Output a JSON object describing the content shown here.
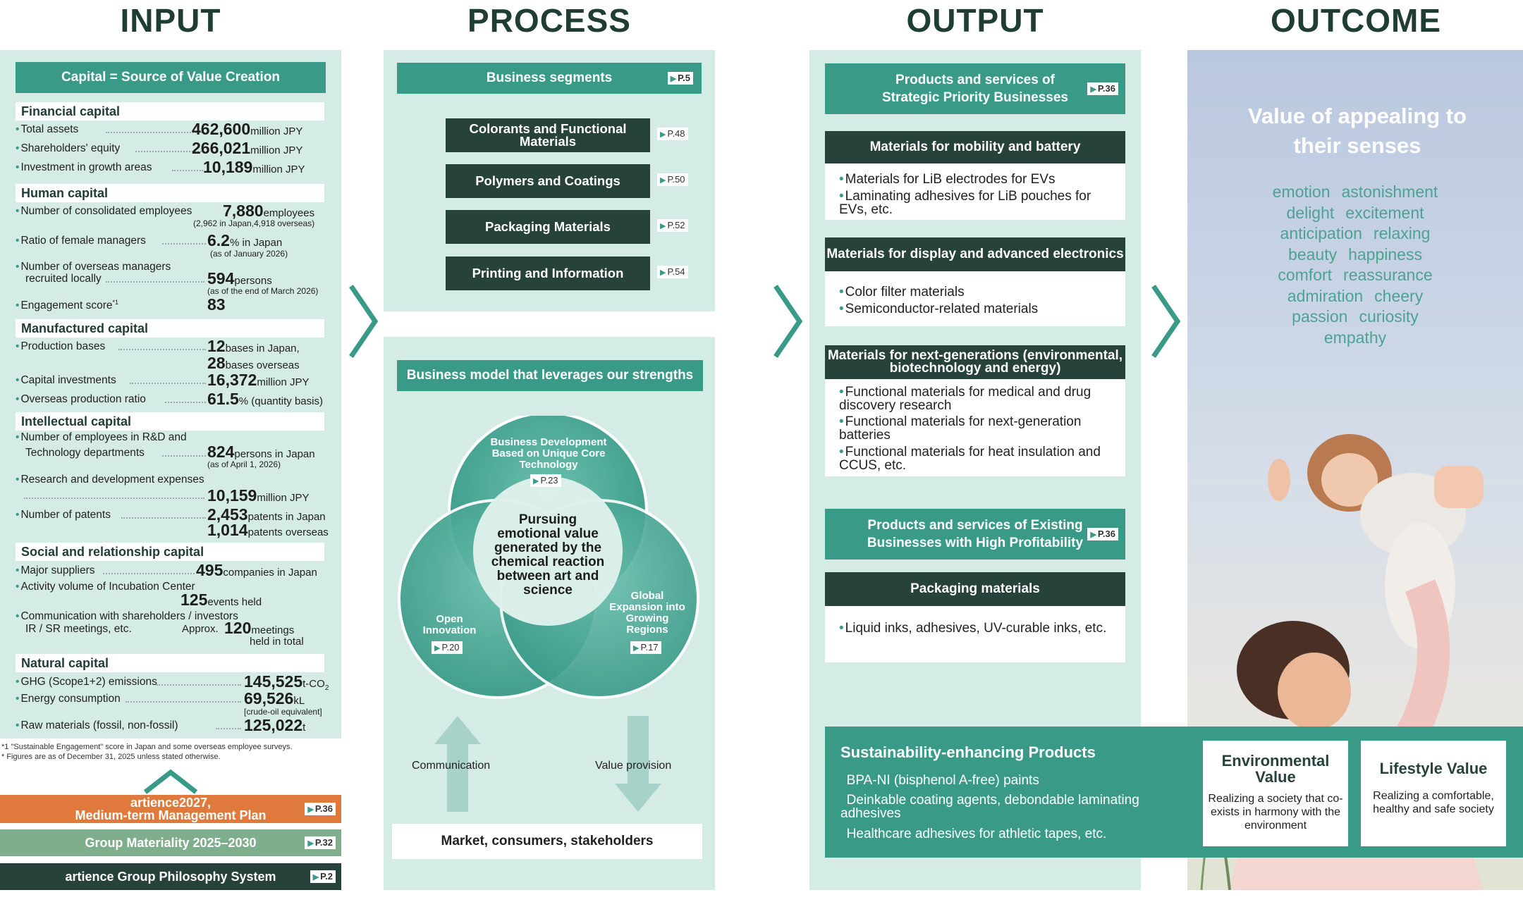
{
  "headers": {
    "input": "INPUT",
    "process": "PROCESS",
    "output": "OUTPUT",
    "outcome": "OUTCOME"
  },
  "input": {
    "title": "Capital = Source of Value Creation",
    "financial": {
      "title": "Financial capital",
      "rows": [
        {
          "label": "Total assets",
          "value": "462,600",
          "unit": "million JPY"
        },
        {
          "label": "Shareholders' equity",
          "value": "266,021",
          "unit": "million JPY"
        },
        {
          "label": "Investment in growth areas",
          "value": "10,189",
          "unit": "million JPY"
        }
      ]
    },
    "human": {
      "title": "Human capital",
      "employees_label": "Number of consolidated employees",
      "employees_value": "7,880",
      "employees_unit": "employees",
      "employees_note": "(2,962 in Japan,4,918 overseas)",
      "female_label": "Ratio of female managers",
      "female_value": "6.2",
      "female_unit": "% in Japan",
      "female_note": "(as of January 2026)",
      "overseas_label1": "Number of overseas managers",
      "overseas_label2": "recruited locally",
      "overseas_value": "594",
      "overseas_unit": "persons",
      "overseas_note": "(as of the end of March 2026)",
      "engagement_label": "Engagement score",
      "engagement_sup": "*1",
      "engagement_value": "83"
    },
    "manufactured": {
      "title": "Manufactured capital",
      "bases_label": "Production bases",
      "bases_japan": "12",
      "bases_japan_unit": "bases in Japan,",
      "bases_overseas": "28",
      "bases_overseas_unit": "bases overseas",
      "capex_label": "Capital investments",
      "capex_value": "16,372",
      "capex_unit": "million JPY",
      "ratio_label": "Overseas production ratio",
      "ratio_value": "61.5",
      "ratio_unit": "% (quantity basis)"
    },
    "intellectual": {
      "title": "Intellectual capital",
      "rd_label1": "Number of employees in R&D and",
      "rd_label2": "Technology departments",
      "rd_value": "824",
      "rd_unit": "persons in Japan",
      "rd_note": "(as of April 1, 2026)",
      "exp_label": "Research and development expenses",
      "exp_value": "10,159",
      "exp_unit": "million JPY",
      "patents_label": "Number of patents",
      "patents_japan": "2,453",
      "patents_japan_unit": "patents in Japan",
      "patents_overseas": "1,014",
      "patents_overseas_unit": "patents overseas"
    },
    "social": {
      "title": "Social and relationship capital",
      "suppliers_label": "Major suppliers",
      "suppliers_value": "495",
      "suppliers_unit": "companies in Japan",
      "incubation_label": "Activity volume of Incubation Center",
      "incubation_value": "125",
      "incubation_unit": "events held",
      "comm_label1": "Communication with shareholders / investors",
      "comm_label2": "IR / SR meetings, etc.",
      "comm_approx": "Approx.",
      "comm_value": "120",
      "comm_unit1": "meetings",
      "comm_unit2": "held in total"
    },
    "natural": {
      "title": "Natural capital",
      "ghg_label": "GHG (Scope1+2) emissions",
      "ghg_value": "145,525",
      "ghg_unit": "t-CO",
      "ghg_sub": "2",
      "energy_label": "Energy consumption",
      "energy_value": "69,526",
      "energy_unit": "kL",
      "energy_note": "[crude-oil equivalent]",
      "raw_label": "Raw materials (fossil, non-fossil)",
      "raw_value": "125,022",
      "raw_unit": "t"
    },
    "footnote1": "*1 \"Sustainable Engagement\" score in Japan and some overseas employee surveys.",
    "footnote2": "* Figures are as of December 31, 2025 unless stated otherwise.",
    "bars": [
      {
        "label": "artience2027,\nMedium-term Management Plan",
        "page": "P.36"
      },
      {
        "label": "Group Materiality 2025–2030",
        "page": "P.32"
      },
      {
        "label": "artience Group Philosophy System",
        "page": "P.2"
      }
    ]
  },
  "process": {
    "segments_title": "Business segments",
    "segments_page": "P.5",
    "segments": [
      {
        "label": "Colorants and Functional Materials",
        "page": "P.48"
      },
      {
        "label": "Polymers and Coatings",
        "page": "P.50"
      },
      {
        "label": "Packaging Materials",
        "page": "P.52"
      },
      {
        "label": "Printing and Information",
        "page": "P.54"
      }
    ],
    "model_title": "Business model that leverages our strengths",
    "circle_top": "Business Development Based on Unique Core Technology",
    "circle_top_page": "P.23",
    "circle_left": "Open Innovation",
    "circle_left_page": "P.20",
    "circle_right": "Global Expansion into Growing Regions",
    "circle_right_page": "P.17",
    "center_text": "Pursuing emotional value generated by the chemical reaction between art and science",
    "communication": "Communication",
    "value_provision": "Value provision",
    "market": "Market, consumers, stakeholders"
  },
  "output": {
    "strategic_title": "Products and services of Strategic Priority Businesses",
    "strategic_page": "P.36",
    "mobility_title": "Materials for mobility and battery",
    "mobility_items": [
      "Materials for LiB electrodes for EVs",
      "Laminating adhesives for LiB pouches for EVs, etc."
    ],
    "display_title": "Materials for display and advanced electronics",
    "display_items": [
      "Color filter materials",
      "Semiconductor-related materials"
    ],
    "nextgen_title": "Materials for next-generations (environmental, biotechnology and energy)",
    "nextgen_items": [
      "Functional materials for medical and drug discovery research",
      "Functional materials for next-generation batteries",
      "Functional materials for heat insulation and CCUS, etc."
    ],
    "existing_title": "Products and services of Existing Businesses with High Profitability",
    "existing_page": "P.36",
    "packaging_title": "Packaging materials",
    "packaging_items": [
      "Liquid inks, adhesives, UV-curable inks, etc."
    ],
    "sustain_title": "Sustainability-enhancing Products",
    "sustain_items": [
      "BPA-NI (bisphenol A-free) paints",
      "Deinkable coating agents, debondable laminating adhesives",
      "Healthcare adhesives for athletic tapes, etc."
    ]
  },
  "outcome": {
    "title": "Value of appealing to their senses",
    "words": [
      [
        "emotion",
        "astonishment"
      ],
      [
        "delight",
        "excitement"
      ],
      [
        "anticipation",
        "relaxing"
      ],
      [
        "beauty",
        "happiness"
      ],
      [
        "comfort",
        "reassurance"
      ],
      [
        "admiration",
        "cheery"
      ],
      [
        "passion",
        "curiosity"
      ],
      [
        "empathy"
      ]
    ],
    "env_title": "Environmental Value",
    "env_text": "Realizing a society that co-exists in harmony with the environment",
    "life_title": "Lifestyle Value",
    "life_text": "Realizing a comfortable, healthy and safe society"
  },
  "colors": {
    "teal": "#3a9a88",
    "dark": "#27423a",
    "panel": "#d5ebe6",
    "orange": "#e07a3c",
    "sage": "#7fae8c"
  }
}
